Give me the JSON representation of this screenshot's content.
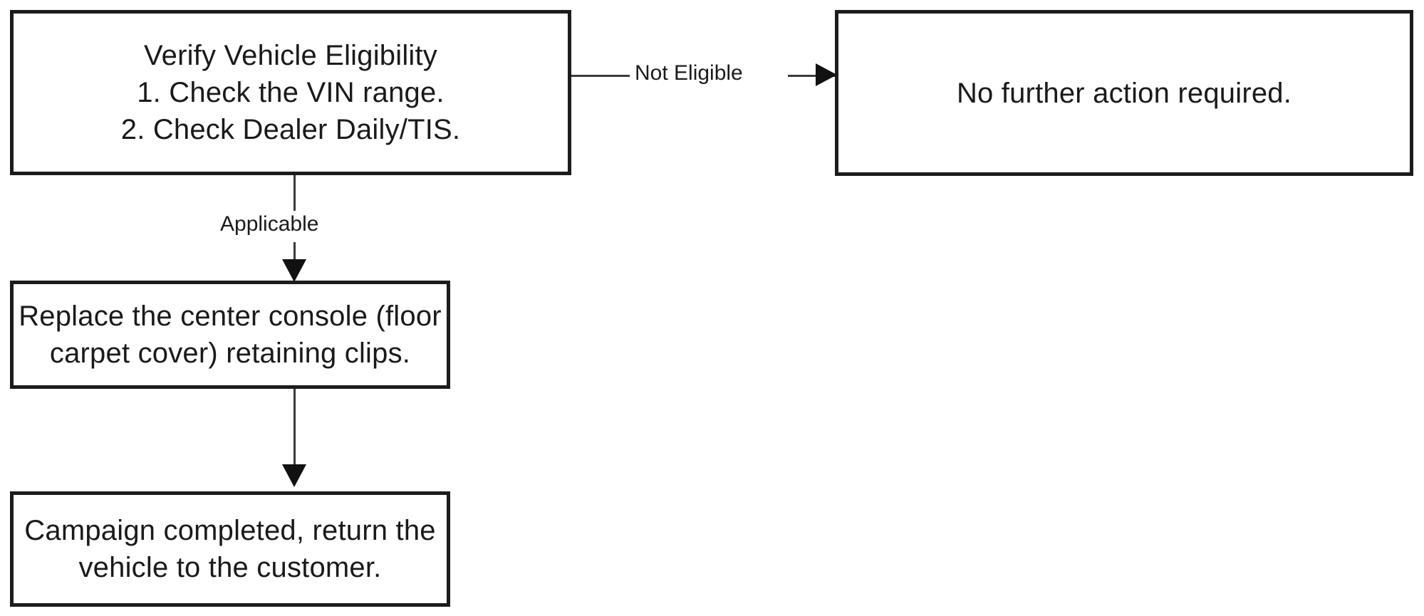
{
  "diagram": {
    "title": "Vehicle campaign repair flowchart",
    "type": "flowchart",
    "background_color": "#ffffff",
    "line_color": "#1c1c1c",
    "text_color": "#1a1a1a"
  },
  "nodes": [
    {
      "id": "verify",
      "label": "Verify Vehicle Eligibility\n1. Check the VIN range.\n2. Check Dealer Daily/TIS.",
      "shape": "rectangle"
    },
    {
      "id": "no-action",
      "label": "No further action required.",
      "shape": "rectangle"
    },
    {
      "id": "replace",
      "label": "Replace the center console (floor\ncarpet cover) retaining clips.",
      "shape": "rectangle"
    },
    {
      "id": "complete",
      "label": "Campaign completed, return the\nvehicle to the customer.",
      "shape": "rectangle"
    }
  ],
  "edges": [
    {
      "id": "verify-to-no-action",
      "from": "verify",
      "to": "no-action",
      "label": "Not Eligible",
      "direction": "right"
    },
    {
      "id": "verify-to-replace",
      "from": "verify",
      "to": "replace",
      "label": "Applicable",
      "direction": "down"
    },
    {
      "id": "replace-to-complete",
      "from": "replace",
      "to": "complete",
      "label": "",
      "direction": "down"
    }
  ]
}
